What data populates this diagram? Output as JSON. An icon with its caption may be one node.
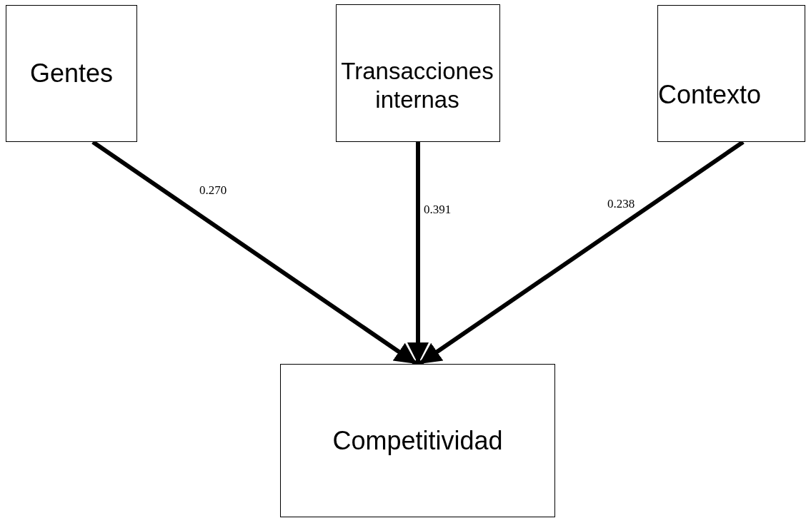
{
  "diagram": {
    "nodes": [
      {
        "text": [
          "Gentes"
        ]
      },
      {
        "text": [
          "Transacciones internas"
        ]
      },
      {
        "text": [
          "Contexto"
        ]
      },
      {
        "text": [
          "Competitividad"
        ]
      }
    ],
    "edges": [
      {
        "from": 0,
        "to": 3,
        "arrow": "to",
        "label": "0.270"
      },
      {
        "from": 1,
        "to": 3,
        "arrow": "to",
        "label": "0.391"
      },
      {
        "from": 2,
        "to": 3,
        "arrow": "to",
        "label": "0.238"
      }
    ]
  }
}
